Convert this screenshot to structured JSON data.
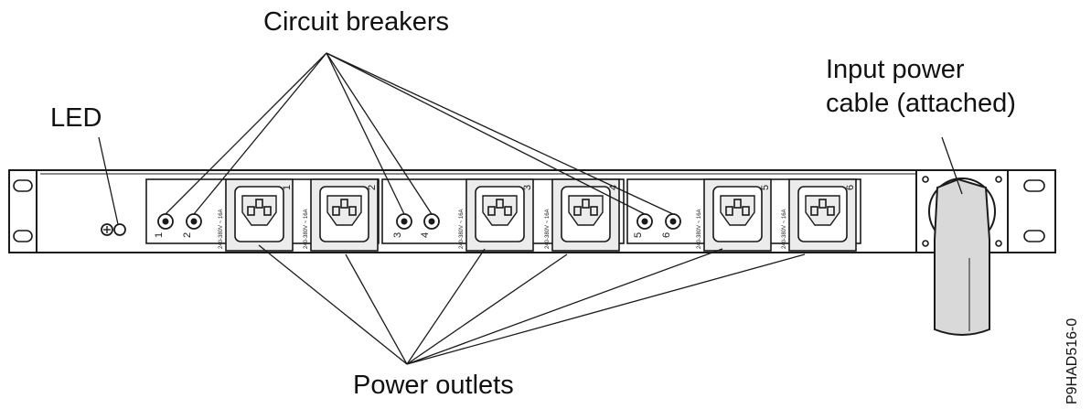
{
  "labels": {
    "circuit_breakers": "Circuit breakers",
    "led": "LED",
    "input_power_line1": "Input power",
    "input_power_line2": "cable (attached)",
    "power_outlets": "Power outlets",
    "figure_id": "P9HAD516-0"
  },
  "outlet_numbers": [
    "1",
    "2",
    "3",
    "4",
    "5",
    "6"
  ],
  "breaker_numbers": [
    "1",
    "2",
    "3",
    "4",
    "5",
    "6"
  ],
  "outlet_rating_text": "240-380V ~ 16A",
  "colors": {
    "line": "#1a1a1a",
    "panel_fill": "#ffffff",
    "panel_shade": "#ececec",
    "cable_fill": "#d9d9d9"
  }
}
